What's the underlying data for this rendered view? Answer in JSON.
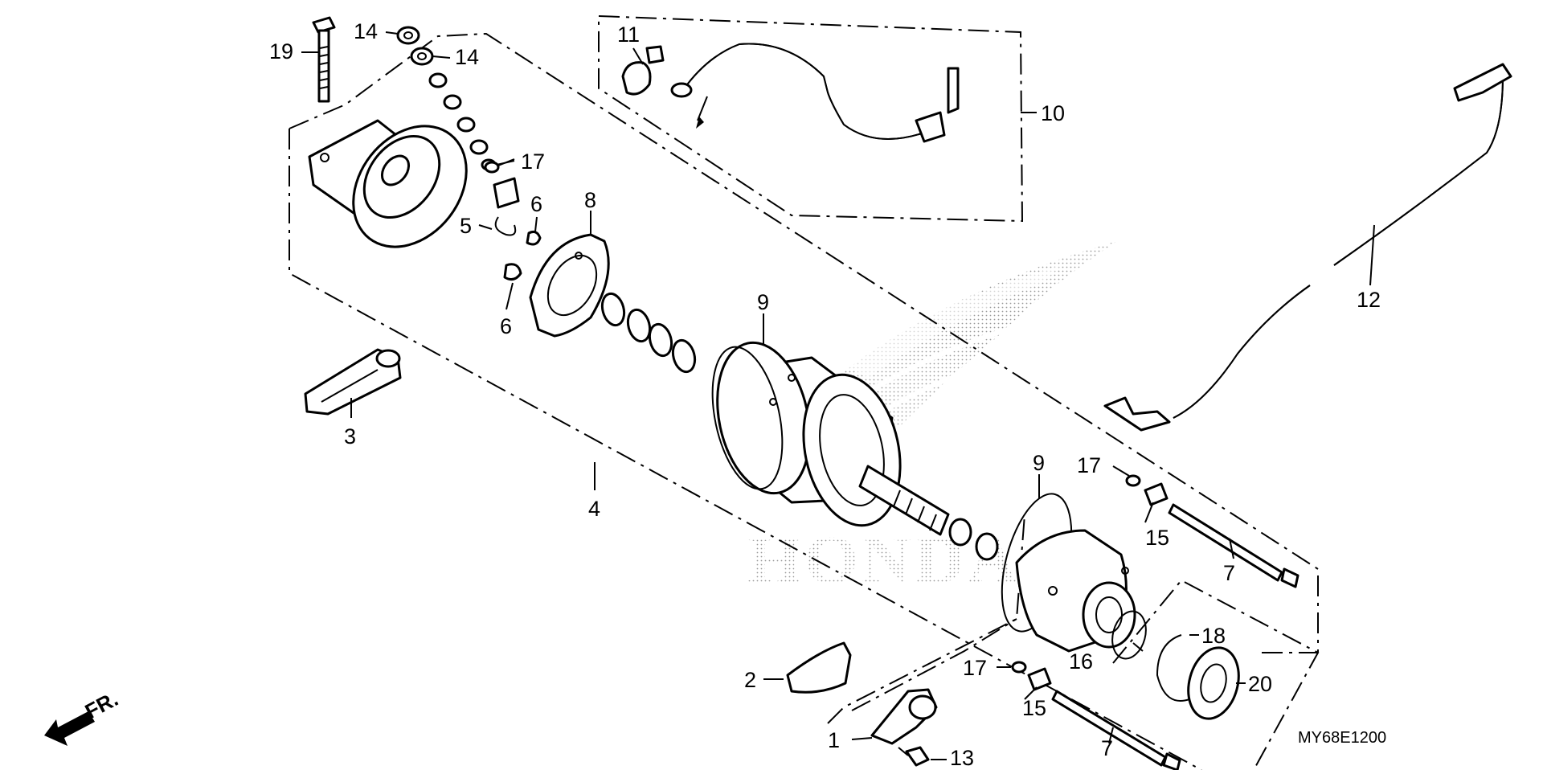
{
  "diagram": {
    "part_labels": {
      "p1": "1",
      "p2": "2",
      "p3": "3",
      "p4": "4",
      "p5": "5",
      "p6a": "6",
      "p6b": "6",
      "p7a": "7",
      "p7b": "7",
      "p8": "8",
      "p9a": "9",
      "p9b": "9",
      "p10": "10",
      "p11": "11",
      "p12": "12",
      "p13": "13",
      "p14a": "14",
      "p14b": "14",
      "p15a": "15",
      "p15b": "15",
      "p16": "16",
      "p17a": "17",
      "p17b": "17",
      "p17c": "17",
      "p18": "18",
      "p19": "19",
      "p20": "20"
    },
    "front_label": "FR.",
    "diagram_code": "MY68E1200",
    "watermark": "HONDA"
  }
}
